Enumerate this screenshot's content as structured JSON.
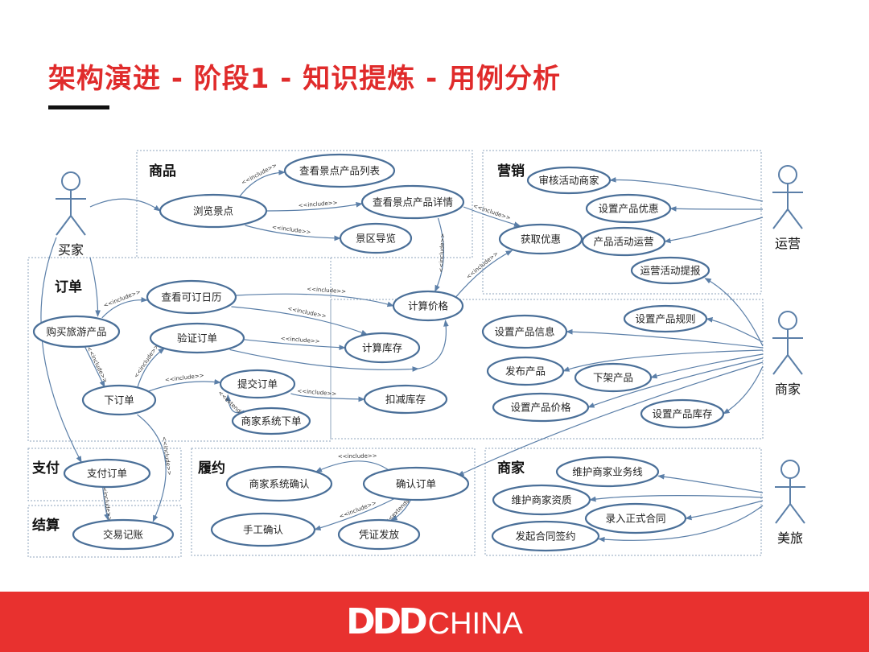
{
  "slide": {
    "title": "架构演进 - 阶段1 - 知识提炼 - 用例分析",
    "logo": {
      "mark": "DDD",
      "text": "CHINA"
    },
    "accent_color": "#e02b2b",
    "footer_color": "#e8312f",
    "line_color": "#5b7fa8"
  },
  "boundaries": {
    "goods": "商品",
    "order": "订单",
    "marketing": "营销",
    "payment": "支付",
    "settlement": "结算",
    "fulfillment": "履约",
    "merchant": "商家"
  },
  "actors": {
    "buyer": "买家",
    "operations": "运营",
    "merchant": "商家",
    "meilv": "美旅"
  },
  "use_cases": {
    "n1": "查看景点产品列表",
    "n2": "浏览景点",
    "n3": "查看景点产品详情",
    "n4": "景区导览",
    "n5": "查看可订日历",
    "n6": "计算价格",
    "n7": "购买旅游产品",
    "n8": "验证订单",
    "n9": "计算库存",
    "n10": "下订单",
    "n11": "提交订单",
    "n12": "扣减库存",
    "n13": "商家系统下单",
    "n14": "获取优惠",
    "n15": "审核活动商家",
    "n16": "设置产品优惠",
    "n17": "产品活动运营",
    "n18": "运营活动提报",
    "n19": "设置产品规则",
    "n20": "设置产品信息",
    "n21": "发布产品",
    "n22": "下架产品",
    "n23": "设置产品价格",
    "n24": "设置产品库存",
    "n25": "支付订单",
    "n26": "交易记账",
    "n27": "商家系统确认",
    "n28": "确认订单",
    "n29": "手工确认",
    "n30": "凭证发放",
    "n31": "维护商家业务线",
    "n32": "维护商家资质",
    "n33": "录入正式合同",
    "n34": "发起合同签约"
  },
  "stereotypes": {
    "include": "<<include>>",
    "extends": "<<extends>>"
  }
}
